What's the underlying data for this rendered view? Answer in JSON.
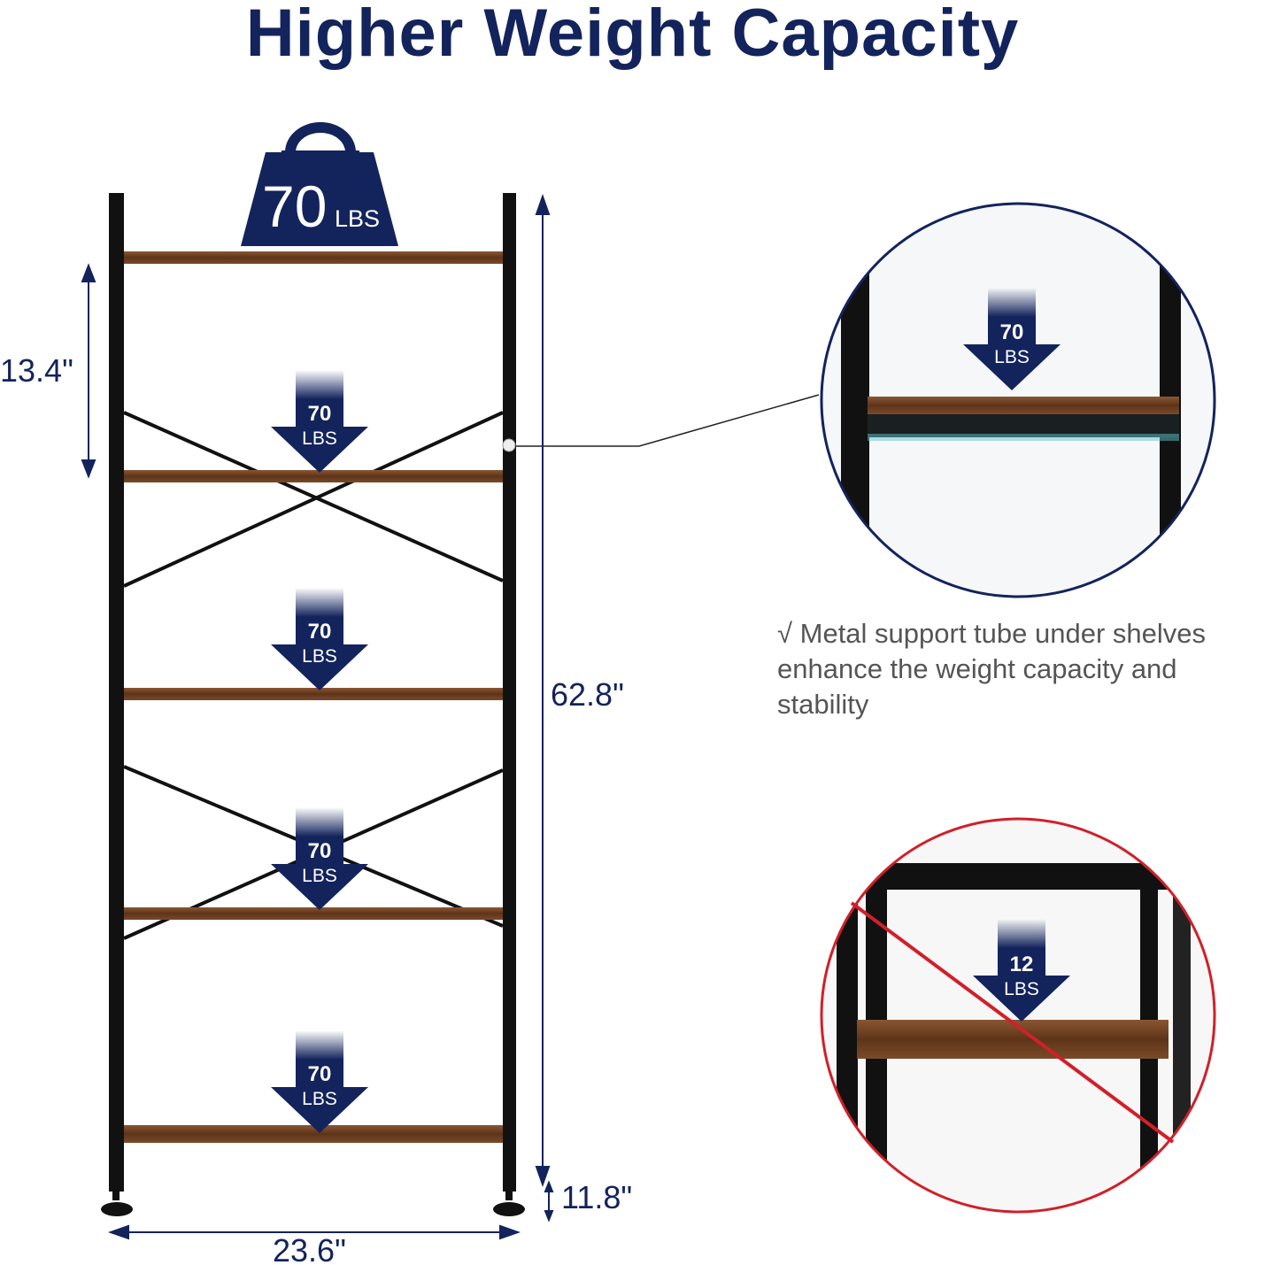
{
  "title": "Higher Weight Capacity",
  "top_weight": {
    "value": "70",
    "unit": "LBS"
  },
  "shelf_loads": [
    {
      "value": "70",
      "unit": "LBS"
    },
    {
      "value": "70",
      "unit": "LBS"
    },
    {
      "value": "70",
      "unit": "LBS"
    },
    {
      "value": "70",
      "unit": "LBS"
    }
  ],
  "dimensions": {
    "shelf_gap": "13.4\"",
    "height": "62.8\"",
    "bottom_clearance": "11.8\"",
    "width": "23.6\""
  },
  "detail_good": {
    "value": "70",
    "unit": "LBS"
  },
  "detail_bad": {
    "value": "12",
    "unit": "LBS"
  },
  "note": "√ Metal support tube under shelves enhance  the weight capacity  and stability",
  "colors": {
    "navy": "#13235c",
    "wood": "#6b3d22",
    "red": "#d0202a"
  }
}
